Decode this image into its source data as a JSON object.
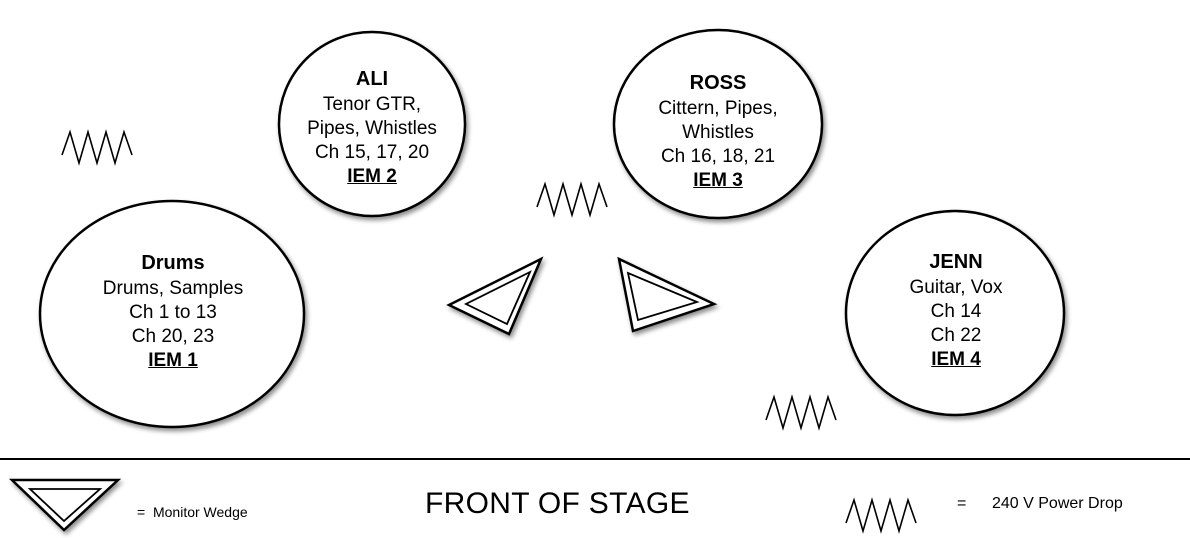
{
  "performers": [
    {
      "name": "ALI",
      "lines": [
        "Tenor GTR,",
        "Pipes, Whistles",
        "Ch 15, 17, 20"
      ],
      "iem": "IEM 2"
    },
    {
      "name": "ROSS",
      "lines": [
        "Cittern, Pipes,",
        "Whistles",
        "Ch 16, 18, 21"
      ],
      "iem": "IEM 3"
    },
    {
      "name": "Drums",
      "lines": [
        "Drums, Samples",
        "Ch 1 to 13",
        "Ch 20, 23"
      ],
      "iem": "IEM 1"
    },
    {
      "name": "JENN",
      "lines": [
        "Guitar, Vox",
        "Ch 14",
        "Ch 22"
      ],
      "iem": "IEM 4"
    }
  ],
  "legend": {
    "monitor_equals": "=",
    "monitor_label": "Monitor Wedge",
    "power_equals": "=",
    "power_label": "240 V Power Drop"
  },
  "front_label": "FRONT OF STAGE",
  "icons": {
    "power_drop": "zigzag-icon",
    "monitor_wedge": "triangle-icon"
  }
}
